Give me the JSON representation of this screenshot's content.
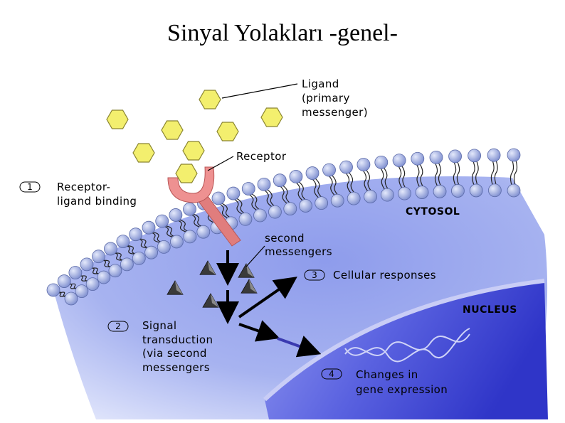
{
  "title": "Sinyal Yolakları -genel-",
  "labels": {
    "ligand": [
      "Ligand",
      "(primary",
      "messenger)"
    ],
    "receptor": "Receptor",
    "cytosol": "CYTOSOL",
    "nucleus": "NUCLEUS",
    "second_messengers": [
      "second",
      "messengers"
    ]
  },
  "steps": [
    {
      "number": "1",
      "lines": [
        "Receptor-",
        "ligand binding"
      ]
    },
    {
      "number": "2",
      "lines": [
        "Signal",
        "transduction",
        "(via second",
        "messengers"
      ]
    },
    {
      "number": "3",
      "lines": [
        "Cellular responses"
      ]
    },
    {
      "number": "4",
      "lines": [
        "Changes in",
        "gene expression"
      ]
    }
  ],
  "colors": {
    "ligand": "#f3ef6e",
    "membrane_head": "#8ea0dc",
    "cytosol": "#a6b2ee",
    "nucleus": "#4a4fd8",
    "receptor": "#e98a8a"
  }
}
